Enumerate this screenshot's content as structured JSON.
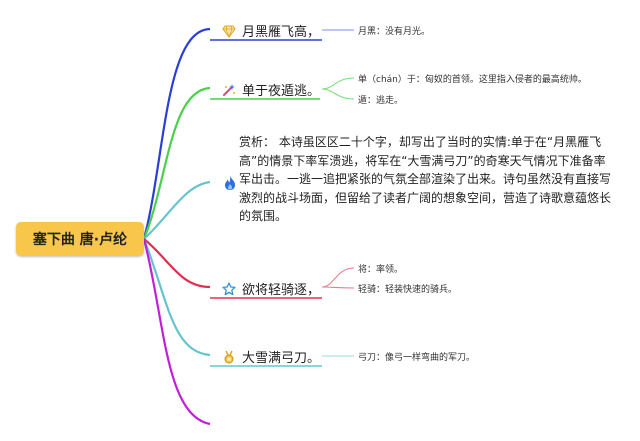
{
  "root": {
    "label": "塞下曲 唐·卢纶"
  },
  "branches": [
    {
      "label": "月黑雁飞高，",
      "icon": "diamond-icon",
      "notes": [
        "月黑：没有月光。"
      ]
    },
    {
      "label": "单于夜遁逃。",
      "icon": "sparkle-icon",
      "notes": [
        "单（chán）于：匈奴的首领。这里指入侵者的最高统帅。",
        "遁：逃走。"
      ]
    },
    {
      "label": "赏析： 本诗虽区区二十个字，却写出了当时的实情:单于在“月黑雁飞高”的情景下率军溃逃，将军在“大雪满弓刀”的奇寒天气情况下准备率军出击。一逃一追把紧张的气氛全部渲染了出来。诗句虽然没有直接写激烈的战斗场面，但留给了读者广阔的想象空间，营造了诗歌意蕴悠长的氛围。",
      "icon": "flame-icon",
      "notes": []
    },
    {
      "label": "欲将轻骑逐，",
      "icon": "star-icon",
      "notes": [
        "将：率领。",
        "轻骑：轻装快速的骑兵。"
      ]
    },
    {
      "label": "大雪满弓刀。",
      "icon": "medal-icon",
      "notes": [
        "弓刀：像弓一样弯曲的军刀。"
      ]
    }
  ],
  "colors": {
    "root_fill": "#f7c64b",
    "branch_1": "#2a3fd6",
    "branch_2": "#4ccf4c",
    "branch_3": "#66c5cc",
    "branch_4": "#e03050",
    "branch_5": "#8a2be2",
    "branch_6": "#c021d8"
  }
}
